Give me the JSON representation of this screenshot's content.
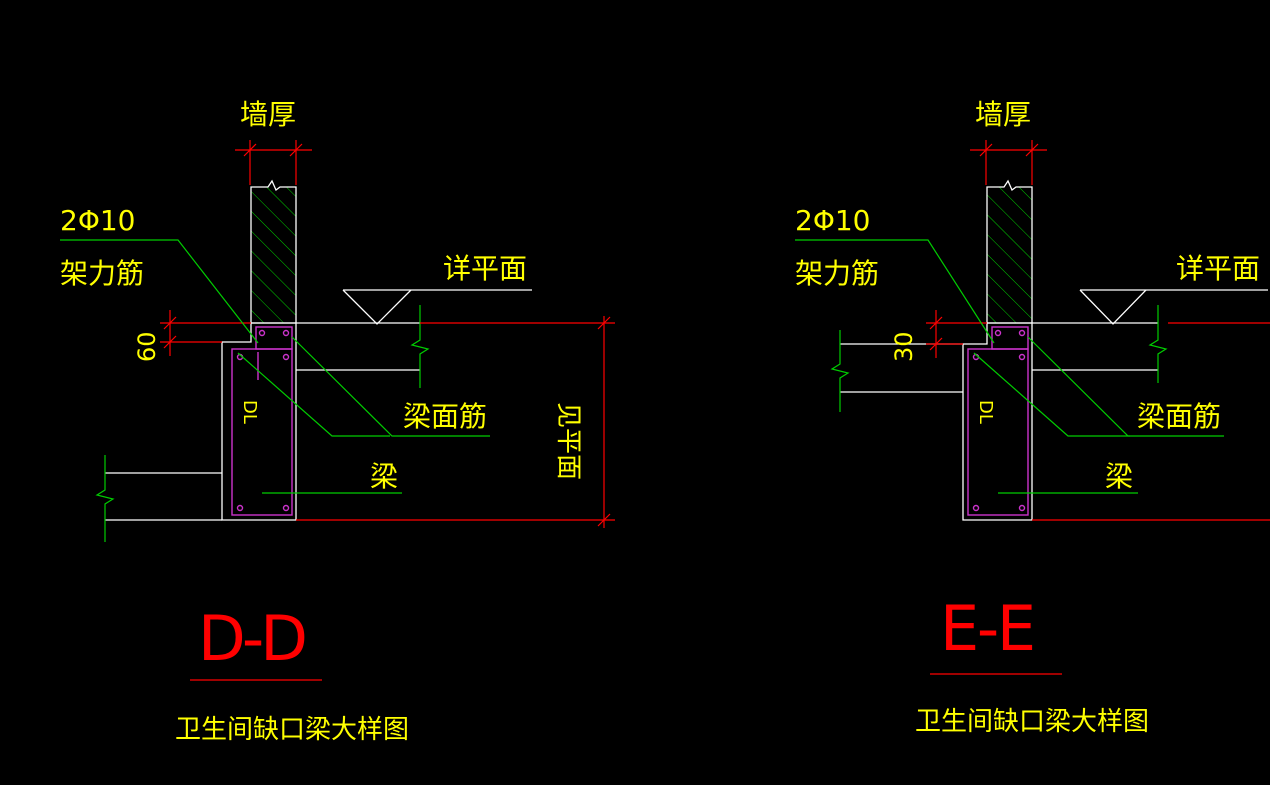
{
  "colors": {
    "background": "#000000",
    "label": "#ffff00",
    "title": "#ff0000",
    "leader": "#00cc00",
    "concrete": "#ffffff",
    "rebar": "#cc33cc",
    "dimension": "#ff0000"
  },
  "details": [
    {
      "id": "D-D",
      "wall_thickness_label": "墙厚",
      "rebar_count_label": "2Φ10",
      "erection_bar_label": "架力筋",
      "see_plan_label": "详平面",
      "offset_dim_label": "60",
      "beam_code_label": "DL",
      "beam_top_bar_label": "梁面筋",
      "beam_label": "梁",
      "beam_height_label": "见平面",
      "section_title": "D-D",
      "caption": "卫生间缺口梁大样图"
    },
    {
      "id": "E-E",
      "wall_thickness_label": "墙厚",
      "rebar_count_label": "2Φ10",
      "erection_bar_label": "架力筋",
      "see_plan_label": "详平面",
      "offset_dim_label": "30",
      "beam_code_label": "DL",
      "beam_top_bar_label": "梁面筋",
      "beam_label": "梁",
      "section_title": "E-E",
      "caption": "卫生间缺口梁大样图"
    }
  ]
}
